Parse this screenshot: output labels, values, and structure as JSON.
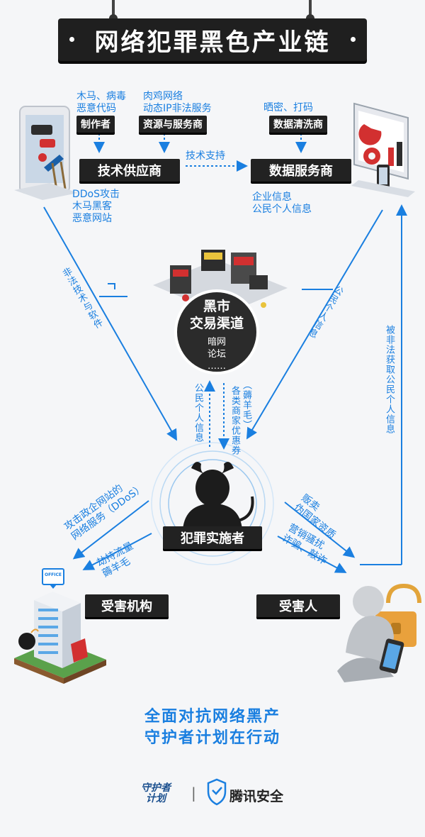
{
  "title": "网络犯罪黑色产业链",
  "top_left": {
    "tags1": [
      "木马、病毒",
      "恶意代码"
    ],
    "box1": "制作者",
    "tags2": [
      "肉鸡网络",
      "动态IP非法服务"
    ],
    "box2": "资源与服务商",
    "supplier": "技术供应商",
    "attacks": [
      "DDoS攻击",
      "木马黑客",
      "恶意网站"
    ]
  },
  "top_right": {
    "tags": [
      "晒密、打码"
    ],
    "box": "数据清洗商",
    "service": "数据服务商",
    "info": [
      "企业信息",
      "公民个人信息"
    ]
  },
  "link_tech": "技术支持",
  "market": {
    "title1": "黑市",
    "title2": "交易渠道",
    "sub1": "暗网",
    "sub2": "论坛",
    "dots": "……"
  },
  "side_labels": {
    "left": "非法技术与软件",
    "right": "公民个人信息",
    "far_right": "被非法获取公民个人信息",
    "mid_left": "公民个人信息",
    "mid_right_paren": "（薅羊毛）",
    "mid_right": "各类商家优惠券"
  },
  "criminal": "犯罪实施者",
  "lower_left": {
    "line1": "攻击政企网站的",
    "line2": "网络服务（DDoS）",
    "line3": "劫持流量",
    "line4": "薅羊毛",
    "box": "受害机构",
    "office": "OFFICE"
  },
  "lower_right": {
    "line1": "贩卖",
    "line2": "伪国家资质",
    "line3": "营销骚扰",
    "line4": "诈骗、敲诈",
    "box": "受害人"
  },
  "slogan1": "全面对抗网络黑产",
  "slogan2": "守护者计划在行动",
  "logo_left_1": "守护者",
  "logo_left_2": "计划",
  "logo_sep": "|",
  "logo_right": "腾讯安全",
  "colors": {
    "accent": "#1a7fe0",
    "dark": "#222222"
  }
}
